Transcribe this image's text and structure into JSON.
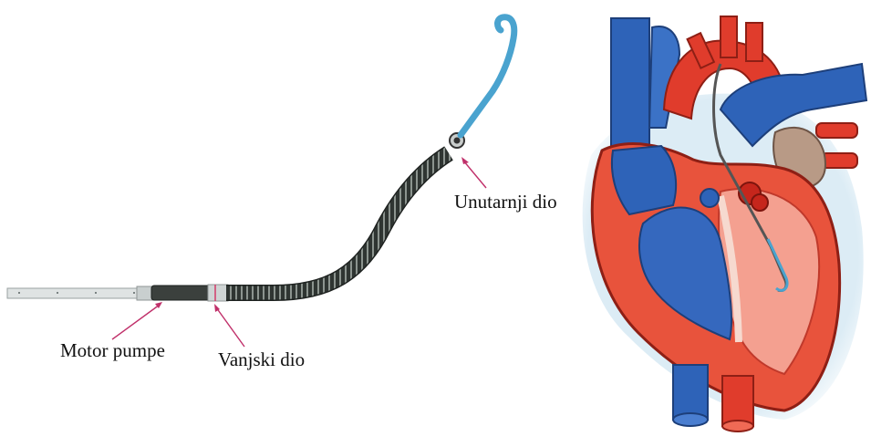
{
  "labels": {
    "inner_part": "Unutarnji dio",
    "pump_motor": "Motor pumpe",
    "outer_part": "Vanjski dio"
  },
  "colors": {
    "arterial_red": "#e03c2c",
    "venous_blue": "#2e63b8",
    "catheter_blue": "#4aa3cf",
    "cannula_dark": "#2a2f2c",
    "arrow_magenta": "#c0306a"
  },
  "icons": {
    "device": "impella-catheter-pump",
    "heart": "heart-cross-section"
  }
}
